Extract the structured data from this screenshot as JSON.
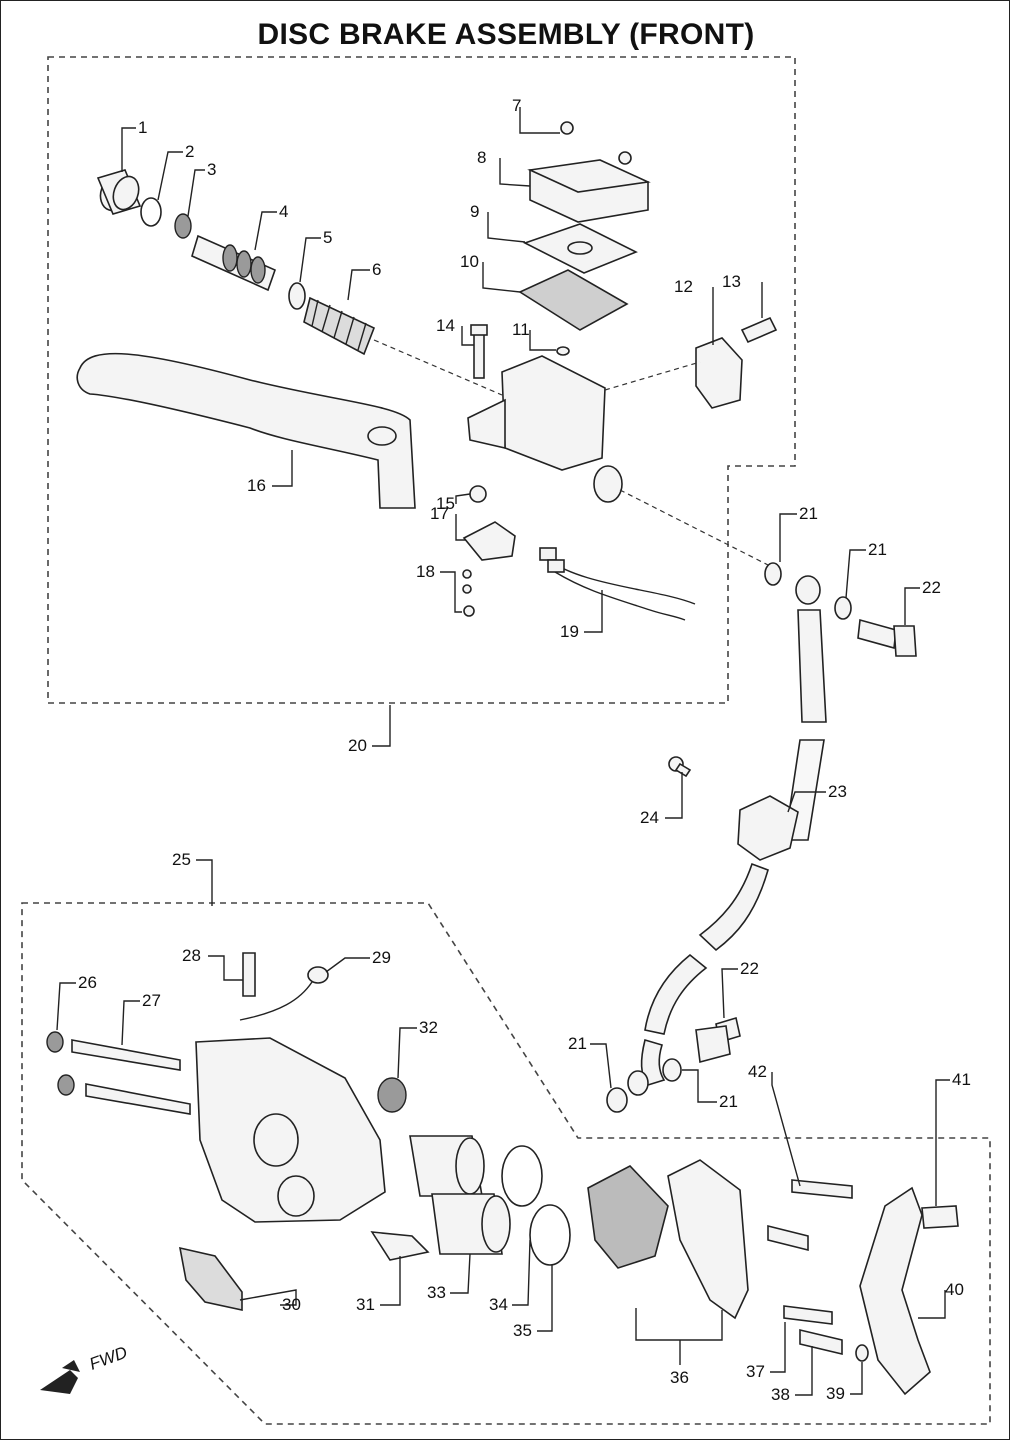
{
  "title": "DISC BRAKE ASSEMBLY (FRONT)",
  "fwd_label": "FWD",
  "callouts": [
    "1",
    "2",
    "3",
    "4",
    "5",
    "6",
    "7",
    "8",
    "9",
    "10",
    "11",
    "12",
    "13",
    "14",
    "15",
    "16",
    "17",
    "18",
    "19",
    "20",
    "21",
    "21",
    "22",
    "23",
    "24",
    "25",
    "26",
    "27",
    "28",
    "29",
    "32",
    "21",
    "21",
    "22",
    "30",
    "31",
    "33",
    "34",
    "35",
    "36",
    "37",
    "38",
    "39",
    "40",
    "41",
    "42"
  ]
}
